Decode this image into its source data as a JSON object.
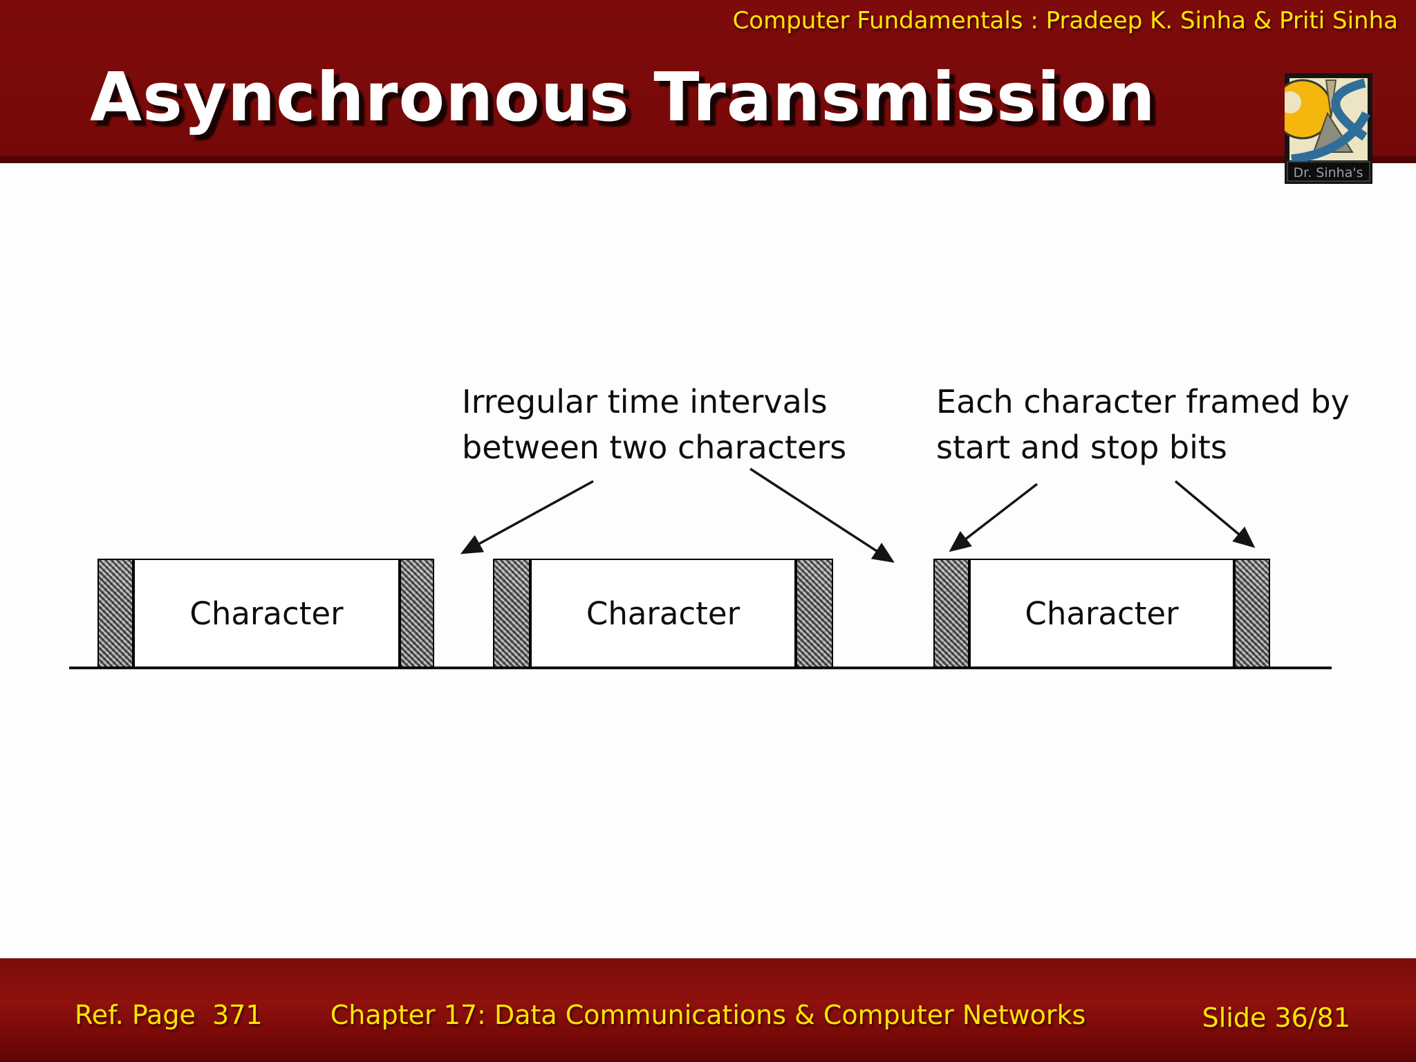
{
  "header": {
    "course_line": "Computer Fundamentals : Pradeep K. Sinha & Priti Sinha",
    "title": "Asynchronous Transmission",
    "logo_label": "Dr. Sinha's"
  },
  "diagram": {
    "annotation_intervals": {
      "line1": "Irregular time intervals",
      "line2": "between two characters"
    },
    "annotation_framing": {
      "line1": "Each character framed by",
      "line2": "start and stop bits"
    },
    "frames": [
      {
        "label": "Character"
      },
      {
        "label": "Character"
      },
      {
        "label": "Character"
      }
    ]
  },
  "footer": {
    "ref_page": "Ref. Page  371",
    "chapter": "Chapter 17: Data Communications & Computer Networks",
    "slide": "Slide 36/81"
  },
  "colors": {
    "band_maroon": "#7a0b0b",
    "band_edge": "#4e0404",
    "accent_yellow": "#ffe600",
    "hatch_gray": "#a9a9a9"
  }
}
